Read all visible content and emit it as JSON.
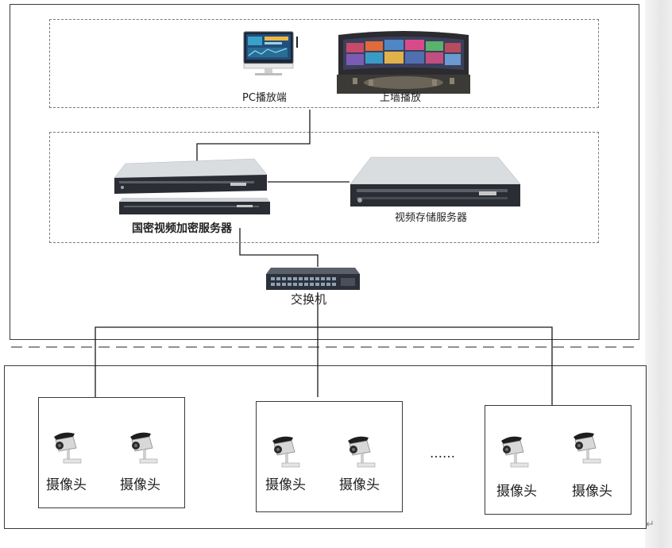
{
  "labels": {
    "pc_player": "PC播放端",
    "wall_display": "上墙播放",
    "encrypt_server": "国密视频加密服务器",
    "storage_server": "视频存储服务器",
    "switch": "交换机",
    "camera": "摄像头",
    "ellipsis": "……",
    "return_mark": "↵"
  },
  "camera_groups": [
    {
      "cameras": [
        "摄像头",
        "摄像头"
      ]
    },
    {
      "cameras": [
        "摄像头",
        "摄像头"
      ]
    },
    {
      "cameras": [
        "摄像头",
        "摄像头"
      ]
    }
  ],
  "icons": {
    "pc": "desktop-monitor-icon",
    "wall": "video-wall-icon",
    "server": "rack-server-icon",
    "switch": "network-switch-icon",
    "camera": "security-camera-icon"
  },
  "colors": {
    "line": "#1a1a1a",
    "dash": "#7a7a7a",
    "server_body": "#2a2d33",
    "server_top": "#d9dcdf",
    "switch_body": "#2c3038"
  }
}
